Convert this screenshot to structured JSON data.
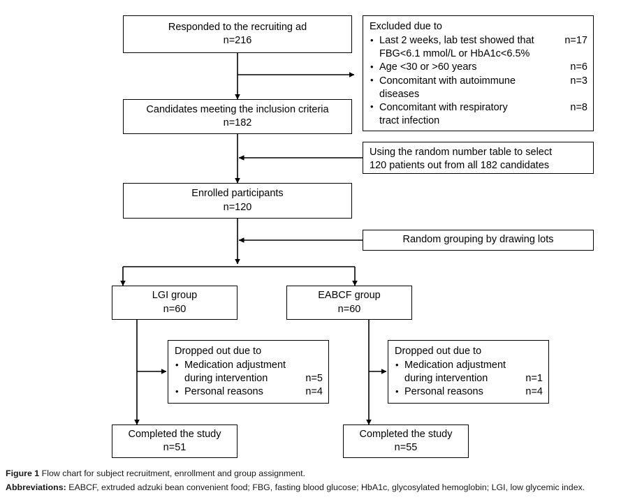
{
  "figure": {
    "caption_label": "Figure 1",
    "caption_text": " Flow chart for subject recruitment, enrollment and group assignment.",
    "abbrev_label": "Abbreviations:",
    "abbrev_text": " EABCF, extruded adzuki bean convenient food; FBG, fasting blood glucose; HbA1c, glycosylated hemoglobin; LGI, low glycemic index."
  },
  "colors": {
    "stroke": "#000000",
    "background": "#ffffff",
    "text": "#000000"
  },
  "nodes": {
    "responded": {
      "title": "Responded to the recruiting ad",
      "count": "n=216"
    },
    "excluded": {
      "heading": "Excluded due to",
      "items": [
        {
          "text": "Last 2 weeks, lab test showed that",
          "cont": "FBG<6.1 mmol/L or HbA1c<6.5%",
          "n": "n=17"
        },
        {
          "text": "Age <30 or >60 years",
          "cont": "",
          "n": "n=6"
        },
        {
          "text": "Concomitant with autoimmune",
          "cont": "diseases",
          "n": "n=3"
        },
        {
          "text": "Concomitant with respiratory",
          "cont": "tract infection",
          "n": "n=8"
        }
      ]
    },
    "candidates": {
      "title": "Candidates meeting the inclusion criteria",
      "count": "n=182"
    },
    "random_table": {
      "line1": "Using the random number table to select",
      "line2": "120 patients out from all 182 candidates"
    },
    "enrolled": {
      "title": "Enrolled participants",
      "count": "n=120"
    },
    "random_grouping": {
      "title": "Random grouping by drawing lots"
    },
    "lgi_group": {
      "title": "LGI group",
      "count": "n=60"
    },
    "eabcf_group": {
      "title": "EABCF group",
      "count": "n=60"
    },
    "lgi_dropped": {
      "heading": "Dropped out due to",
      "items": [
        {
          "text": "Medication adjustment",
          "cont": "during intervention",
          "n": "n=5"
        },
        {
          "text": "Personal reasons",
          "cont": "",
          "n": "n=4"
        }
      ]
    },
    "eabcf_dropped": {
      "heading": "Dropped out due to",
      "items": [
        {
          "text": "Medication adjustment",
          "cont": "during intervention",
          "n": "n=1"
        },
        {
          "text": "Personal reasons",
          "cont": "",
          "n": "n=4"
        }
      ]
    },
    "lgi_completed": {
      "title": "Completed the study",
      "count": "n=51"
    },
    "eabcf_completed": {
      "title": "Completed the study",
      "count": "n=55"
    }
  }
}
